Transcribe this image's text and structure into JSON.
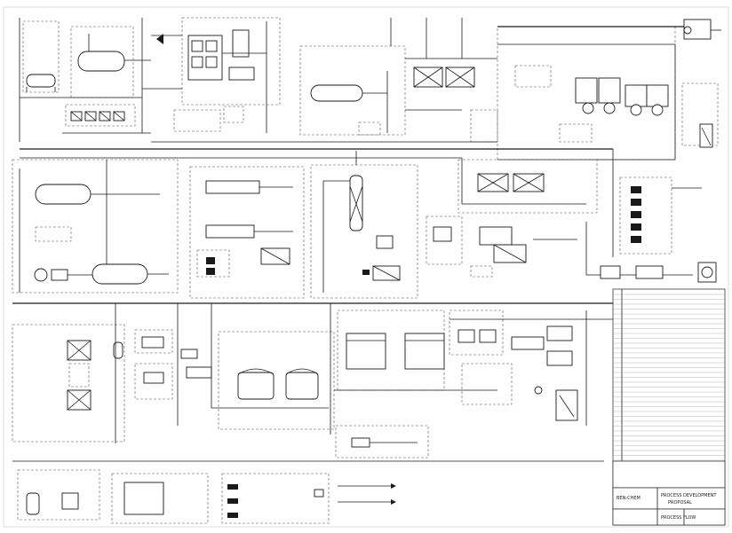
{
  "drawing": {
    "title_block": {
      "company": "BEN-CHEM",
      "line1": "PROCESS DEVELOPMENT",
      "line2": "PROPOSAL",
      "line3": "PROCESS FLOW"
    }
  },
  "colors": {
    "line": "#1a1a1a",
    "paper": "#ffffff",
    "dashed": "#555555"
  }
}
